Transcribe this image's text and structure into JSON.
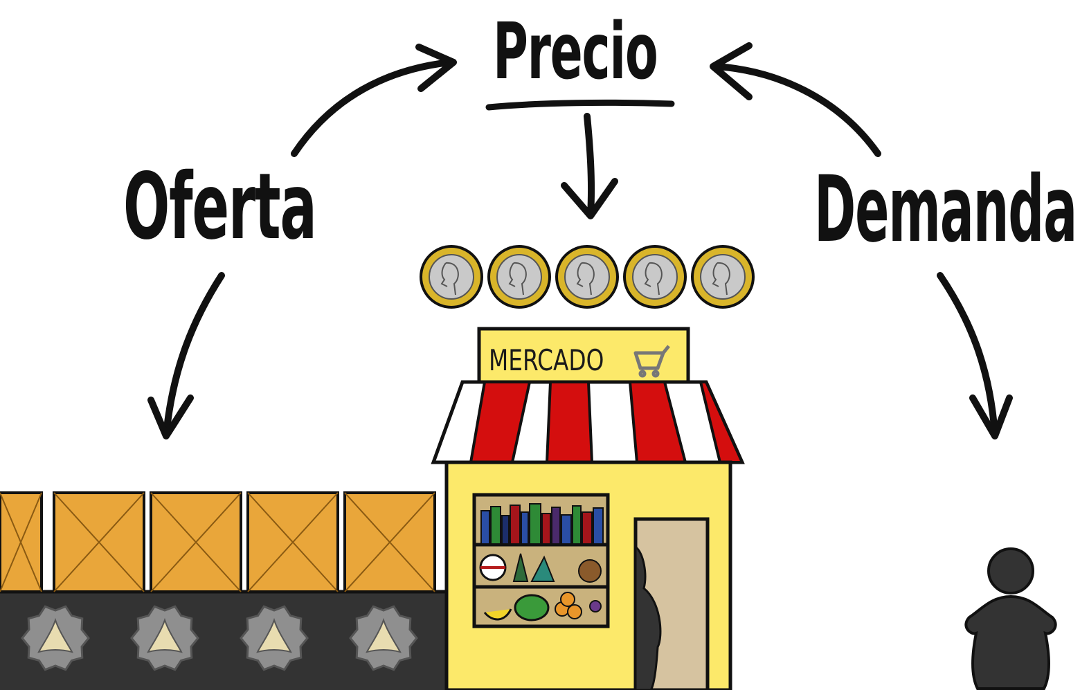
{
  "labels": {
    "price": "Precio",
    "supply": "Oferta",
    "demand": "Demanda",
    "market": "MERCADO"
  },
  "icons": [
    "arrow-icon",
    "coin-icon",
    "box-icon",
    "gear-icon",
    "cart-icon",
    "person-icon",
    "shelf-icon"
  ],
  "colors": {
    "ink": "#111111",
    "store_wall": "#fce96a",
    "awning_red": "#d40e0e",
    "box": "#e9a63a",
    "conveyor": "#333333",
    "coin_rim": "#d9b52a",
    "coin_face": "#c9c9c9",
    "door": "#d6c3a0"
  },
  "counts": {
    "coins": 5,
    "boxes": 5,
    "gears": 4
  }
}
